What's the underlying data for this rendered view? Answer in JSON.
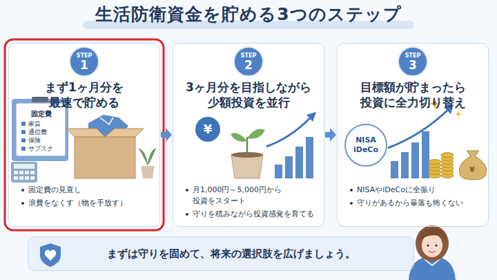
{
  "diagram": {
    "title": "生活防衛資金を貯める3つのステップ",
    "nodes": [
      {
        "text": [
          "まず1ヶ月分を 最速で貯める",
          "固定費の見直し",
          "浪費をなくす（物を手放す）"
        ]
      },
      {
        "text": [
          "STEP",
          "1"
        ],
        "in": 0
      },
      {
        "text": [
          "固定費",
          "家賃",
          "通信費",
          "保険",
          "サブスク"
        ],
        "in": 0
      },
      {
        "text": [
          "3ヶ月分を目指しながら 少額投資を並行",
          "月1,000円～5,000円から 投資をスタート",
          "守りを積みながら投資感覚を育てる"
        ]
      },
      {
        "text": [
          "STEP",
          "2"
        ],
        "in": 3
      },
      {
        "text": [
          "¥"
        ],
        "in": 3
      },
      {
        "text": [
          "目標額が貯まったら 投資に全力切り替え",
          "NISAやiDeCoに全振り",
          "守りがあるから暴落も怖くない"
        ]
      },
      {
        "text": [
          "STEP",
          "3"
        ],
        "in": 6
      },
      {
        "text": [
          "NISA iDeCo"
        ],
        "in": 6
      },
      {
        "text": [
          "まずは守りを固めて、将来の選択肢を広げましょう。"
        ]
      }
    ],
    "edges": [
      {
        "from": 0,
        "to": 3,
        "arrow": "to"
      },
      {
        "from": 3,
        "to": 6,
        "arrow": "to"
      }
    ],
    "labels": [
      "¥"
    ]
  }
}
